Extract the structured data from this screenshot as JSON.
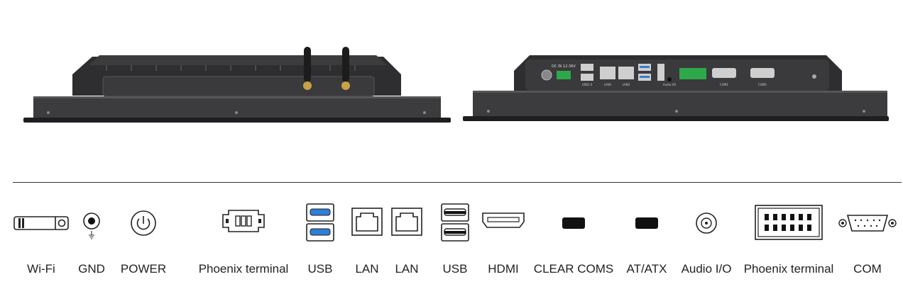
{
  "ports": [
    {
      "label": "Wi-Fi",
      "icon": "wifi-antenna-connector-icon"
    },
    {
      "label": "GND",
      "icon": "ground-terminal-icon"
    },
    {
      "label": "POWER",
      "icon": "power-button-icon"
    },
    {
      "label": "Phoenix terminal",
      "icon": "phoenix-terminal-icon"
    },
    {
      "label": "USB",
      "icon": "usb3-dual-port-icon"
    },
    {
      "label": "LAN",
      "icon": "lan-port-icon"
    },
    {
      "label": "LAN",
      "icon": "lan-port-icon"
    },
    {
      "label": "USB",
      "icon": "usb2-dual-port-icon"
    },
    {
      "label": "HDMI",
      "icon": "hdmi-port-icon"
    },
    {
      "label": "CLEAR COMS",
      "icon": "clear-cmos-button-icon"
    },
    {
      "label": "AT/ATX",
      "icon": "at-atx-switch-icon"
    },
    {
      "label": "Audio I/O",
      "icon": "audio-jack-icon"
    },
    {
      "label": "Phoenix terminal",
      "icon": "phoenix-terminal-12pin-icon"
    },
    {
      "label": "COM",
      "icon": "com-db9-port-icon"
    }
  ],
  "io_panel": {
    "dc_in": "DC IN 12-36V",
    "usb2": "USB2.0",
    "lan1": "LAN1",
    "lan2": "LAN2",
    "audio": "Audio I/O",
    "com1": "COM1",
    "com2": "COM2"
  },
  "colors": {
    "housing": "#2e2e30",
    "bezel": "#3a3a3c",
    "usb3_blue": "#2f7fd6",
    "terminal_green": "#2ea84a",
    "antenna_gold": "#c9a247"
  }
}
